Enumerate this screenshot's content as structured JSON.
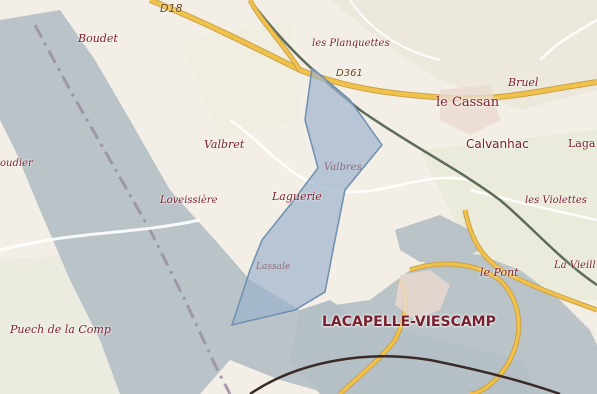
{
  "map": {
    "colors": {
      "land": "#f3efe6",
      "fields": "#e6ecd8",
      "water": "#b9c3c8",
      "road_major": "#f1c24a",
      "road_casing": "#caa24b",
      "rail": "#5c6b5a",
      "area_fill": "#9db4cc",
      "area_stroke": "#6f8fb0",
      "label": "#7a1f2e"
    },
    "labels": {
      "road_top": "D18",
      "boudet": "Boudet",
      "les_planquettes": "les Planquettes",
      "road_d361": "D361",
      "bruel": "Bruel",
      "le_cassan": "le Cassan",
      "calvanhac": "Calvanhac",
      "laga": "Laga",
      "oudier": "oudier",
      "valbret": "Valbret",
      "valbrets": "Valbres",
      "loveissiere": "Loveissière",
      "laguerie": "Laguerie",
      "les_violettes": "les Violettes",
      "lassale": "Lassale",
      "le_pont": "le Pont",
      "la_vieille": "La Vieill",
      "puech": "Puech de la Comp",
      "lacapelle": "LACAPELLE-VIESCAMP"
    },
    "icons": {
      "highlight_area": "selection-polygon"
    }
  }
}
